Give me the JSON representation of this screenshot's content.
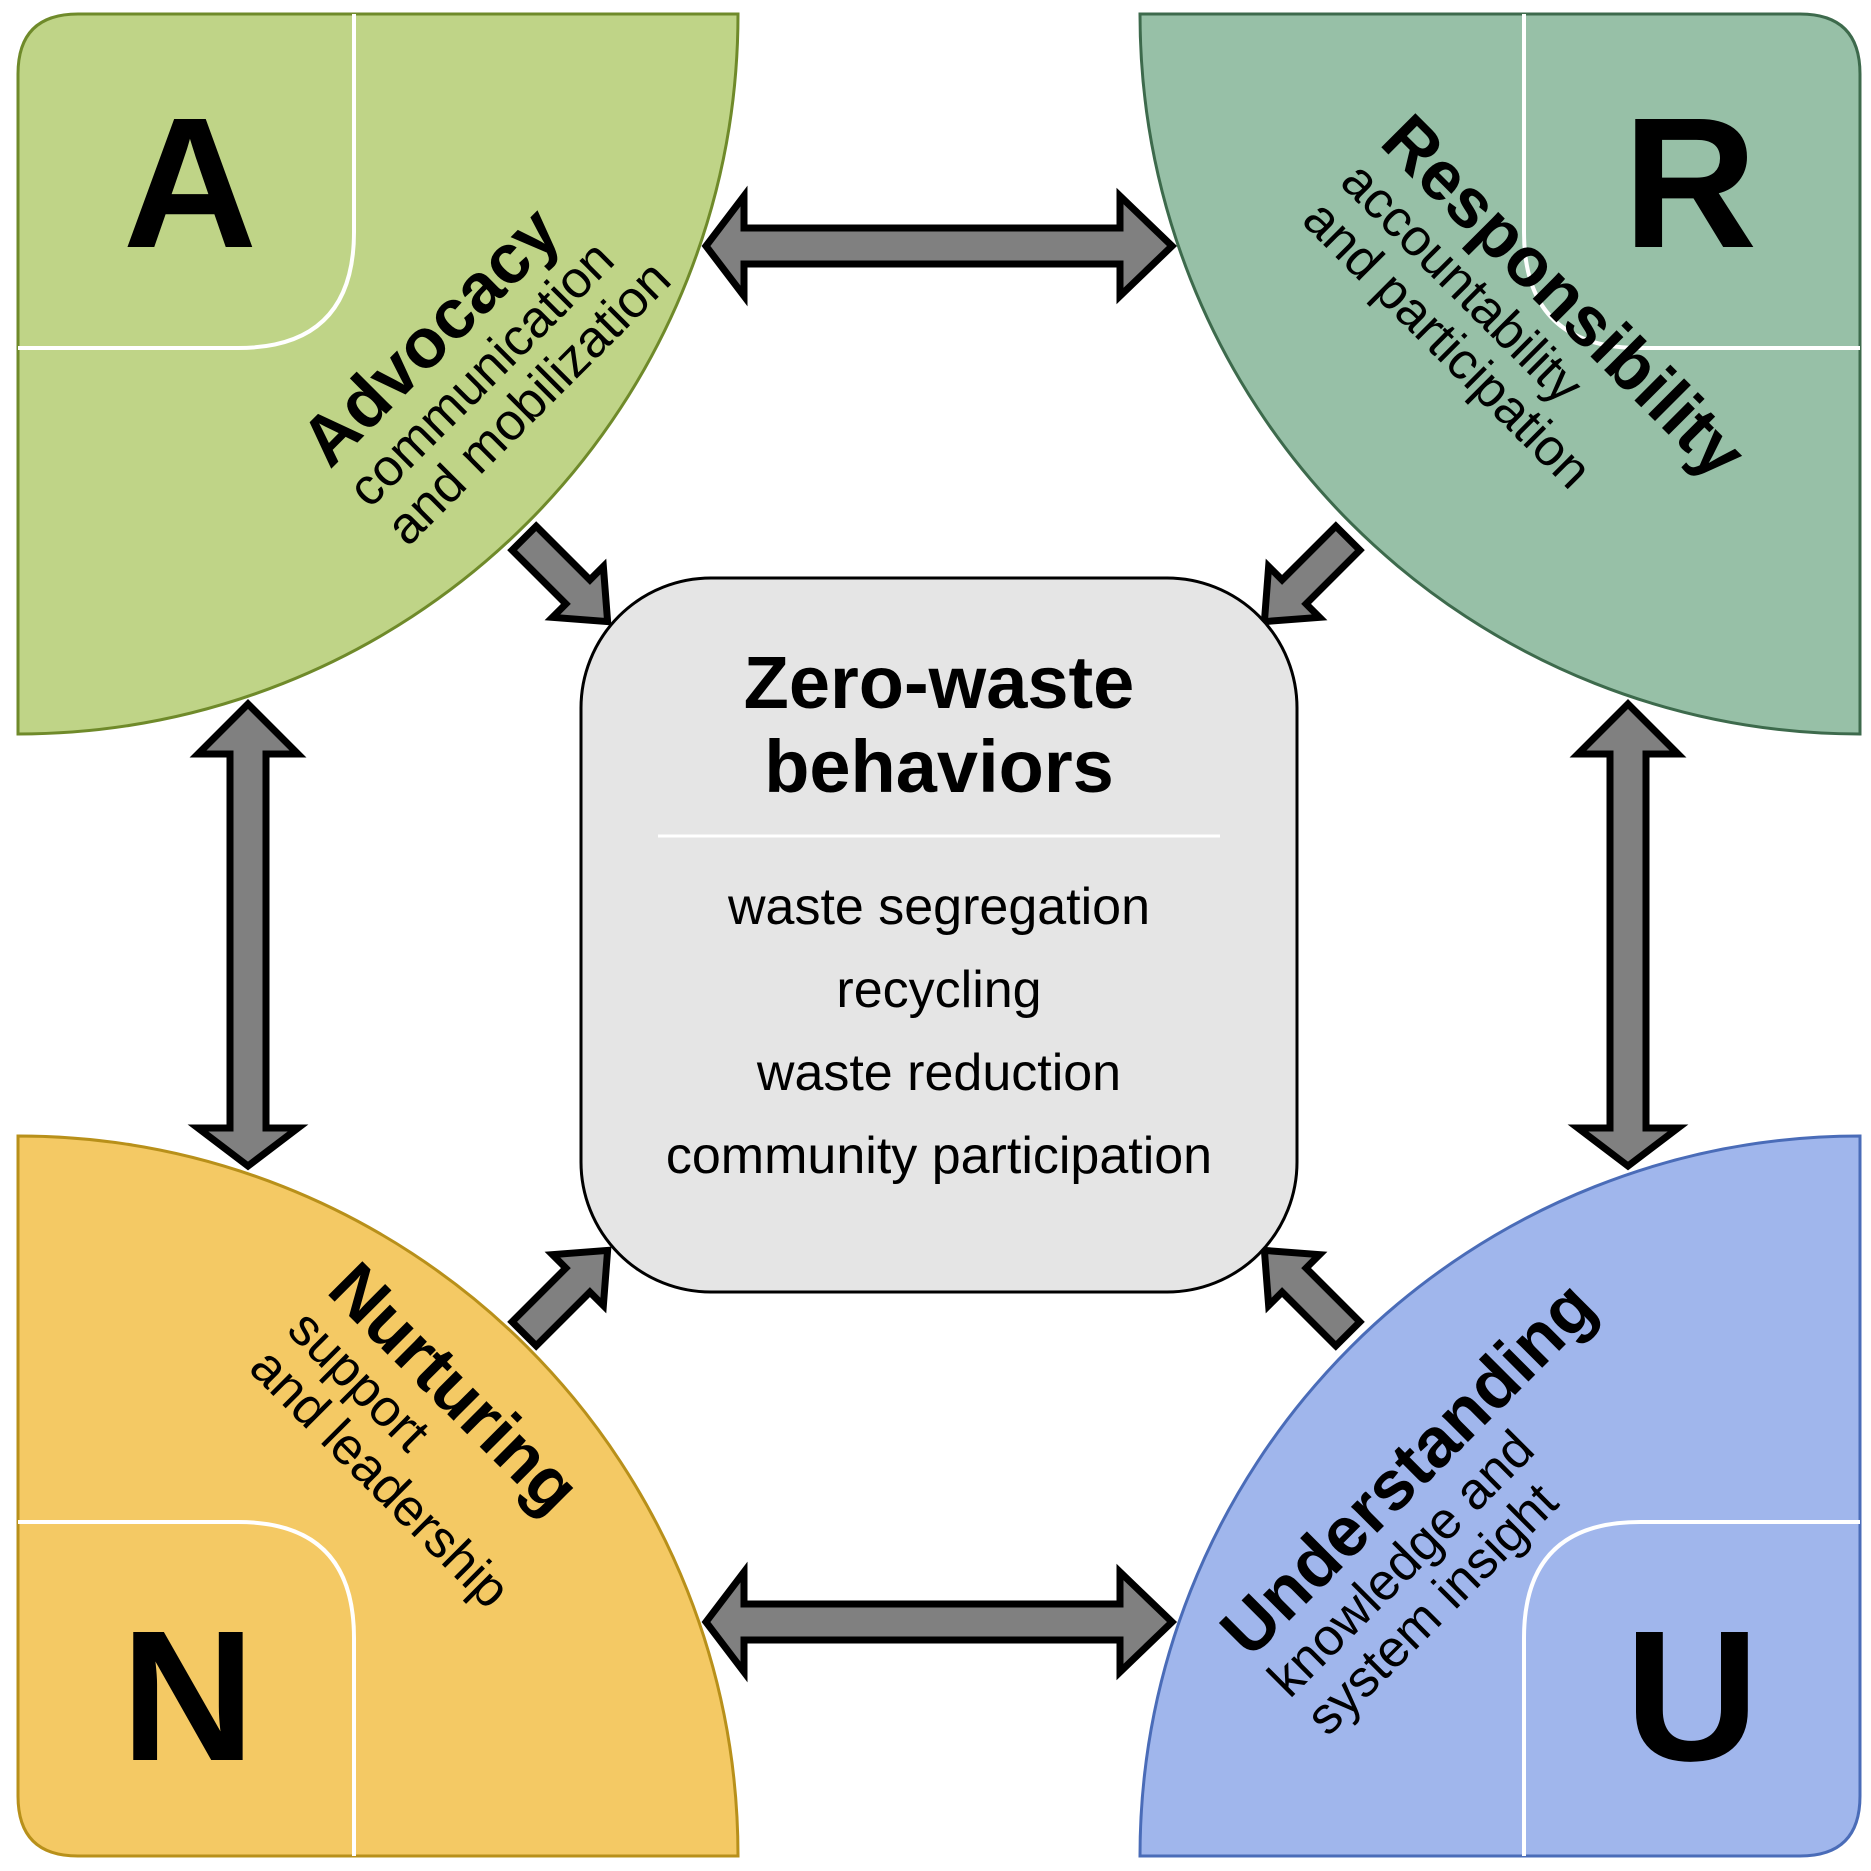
{
  "diagram": {
    "center": {
      "title_line1": "Zero-waste",
      "title_line2": "behaviors",
      "items": [
        "waste segregation",
        "recycling",
        "waste reduction",
        "community participation"
      ]
    },
    "quadrants": {
      "advocacy": {
        "letter": "A",
        "title": "Advocacy",
        "line1": "communication",
        "line2": "and mobilization",
        "color": "#bfd487",
        "border": "#6f8a2a"
      },
      "responsibility": {
        "letter": "R",
        "title": "Responsibility",
        "line1": "accountability",
        "line2": "and participation",
        "color": "#97c0a7",
        "border": "#3d6a4c"
      },
      "nurturing": {
        "letter": "N",
        "title": "Nurturing",
        "line1": "support",
        "line2": "and leadership",
        "color": "#f4c964",
        "border": "#b8901a"
      },
      "understanding": {
        "letter": "U",
        "title": "Understanding",
        "line1": "knowledge and",
        "line2": "system insight",
        "color": "#a0b6ec",
        "border": "#4a6cb8"
      }
    },
    "center_box_color": "#e5e5e5",
    "arrow_color": "#808080"
  }
}
